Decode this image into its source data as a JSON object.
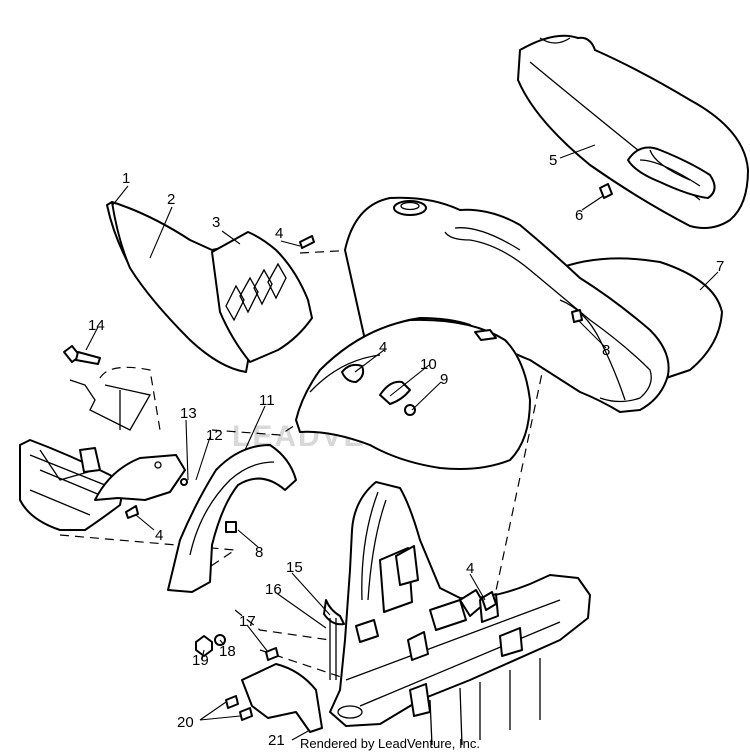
{
  "watermark": "LEADVENTURE",
  "footer": "Rendered by LeadVenture, Inc.",
  "callouts": {
    "c1": "1",
    "c2": "2",
    "c3": "3",
    "c4a": "4",
    "c4b": "4",
    "c4c": "4",
    "c4d": "4",
    "c5": "5",
    "c6": "6",
    "c7": "7",
    "c8a": "8",
    "c8b": "8",
    "c9": "9",
    "c10": "10",
    "c11": "11",
    "c12": "12",
    "c13": "13",
    "c14": "14",
    "c15": "15",
    "c16": "16",
    "c17": "17",
    "c18": "18",
    "c19": "19",
    "c20": "20",
    "c21": "21"
  }
}
